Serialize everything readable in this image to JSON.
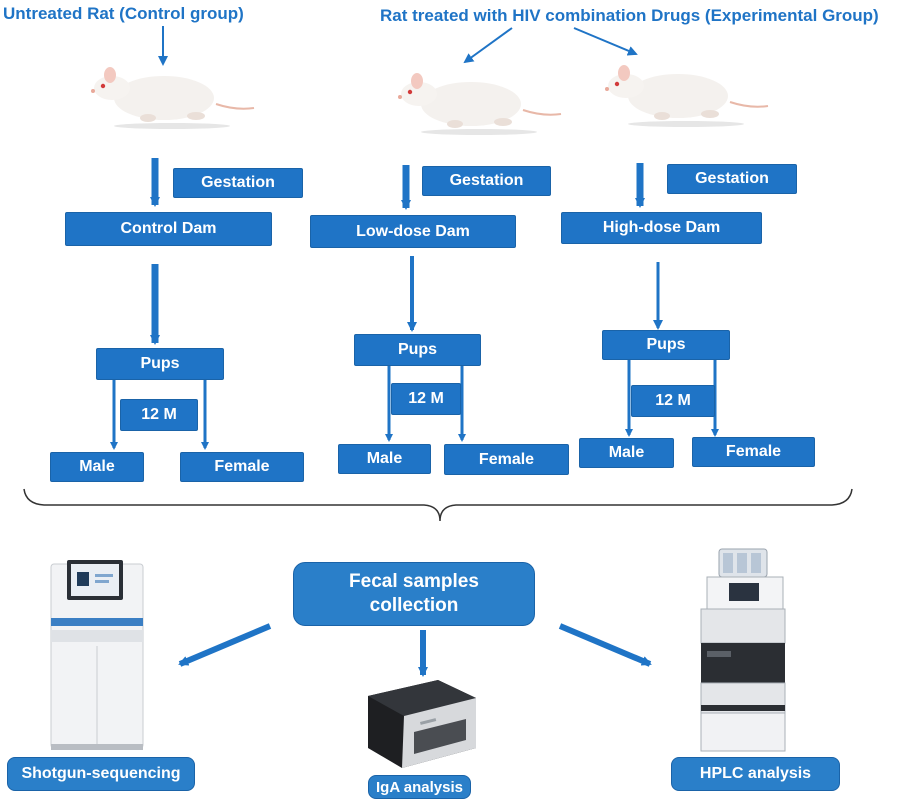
{
  "headers": {
    "control": "Untreated Rat (Control group)",
    "experimental": "Rat treated with HIV combination Drugs (Experimental Group)"
  },
  "groups": [
    {
      "gestation": "Gestation",
      "dam": "Control Dam",
      "pups": "Pups",
      "duration": "12 M",
      "male": "Male",
      "female": "Female"
    },
    {
      "gestation": "Gestation",
      "dam": "Low-dose Dam",
      "pups": "Pups",
      "duration": "12 M",
      "male": "Male",
      "female": "Female"
    },
    {
      "gestation": "Gestation",
      "dam": "High-dose Dam",
      "pups": "Pups",
      "duration": "12 M",
      "male": "Male",
      "female": "Female"
    }
  ],
  "collection": {
    "line1": "Fecal samples",
    "line2": "collection"
  },
  "analyses": {
    "shotgun": "Shotgun-sequencing",
    "iga": "IgA analysis",
    "hplc": "HPLC analysis"
  },
  "colors": {
    "accent": "#1f74c6",
    "box_fill": "#2a7fc9"
  },
  "icons": [
    "rat-icon",
    "sequencer-icon",
    "plate-reader-icon",
    "hplc-instrument-icon"
  ]
}
